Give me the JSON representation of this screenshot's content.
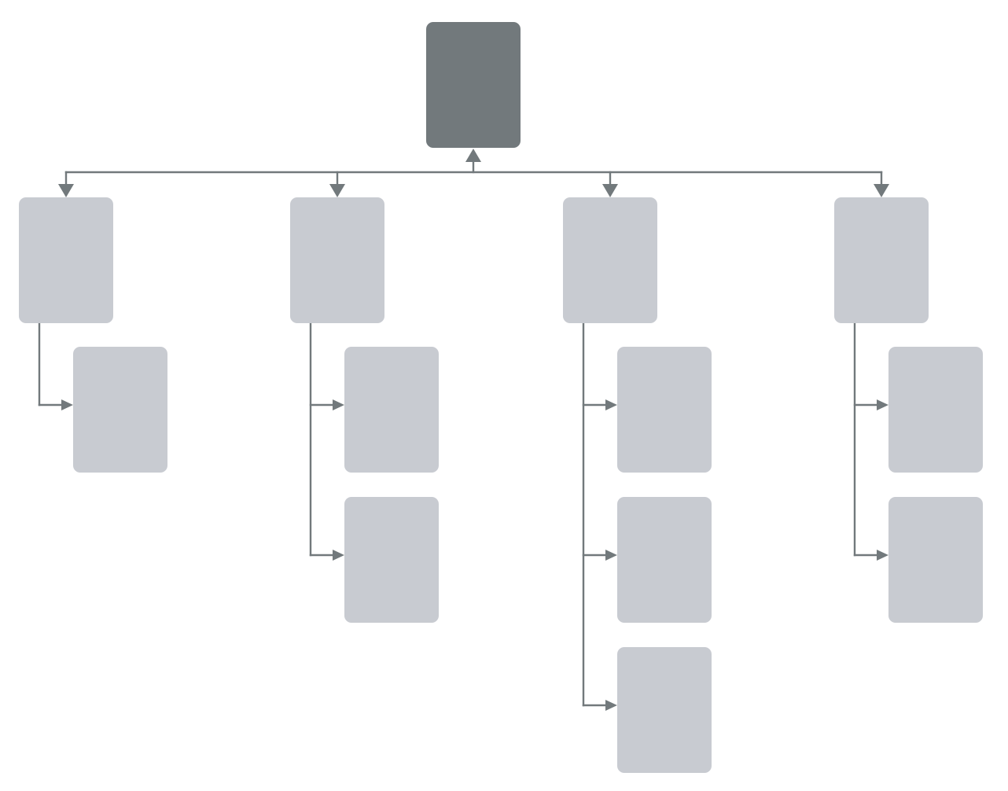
{
  "colors": {
    "background": "#ffffff",
    "root_fill": "#72797c",
    "node_fill": "#c8cbd1",
    "connector": "#72797c"
  },
  "tree": {
    "root": {
      "id": "root",
      "label": ""
    },
    "branches": [
      {
        "id": "branch-1",
        "label": "",
        "children": [
          {
            "id": "leaf-1-1",
            "label": ""
          }
        ]
      },
      {
        "id": "branch-2",
        "label": "",
        "children": [
          {
            "id": "leaf-2-1",
            "label": ""
          },
          {
            "id": "leaf-2-2",
            "label": ""
          }
        ]
      },
      {
        "id": "branch-3",
        "label": "",
        "children": [
          {
            "id": "leaf-3-1",
            "label": ""
          },
          {
            "id": "leaf-3-2",
            "label": ""
          },
          {
            "id": "leaf-3-3",
            "label": ""
          }
        ]
      },
      {
        "id": "branch-4",
        "label": "",
        "children": [
          {
            "id": "leaf-4-1",
            "label": ""
          },
          {
            "id": "leaf-4-2",
            "label": ""
          }
        ]
      }
    ]
  }
}
